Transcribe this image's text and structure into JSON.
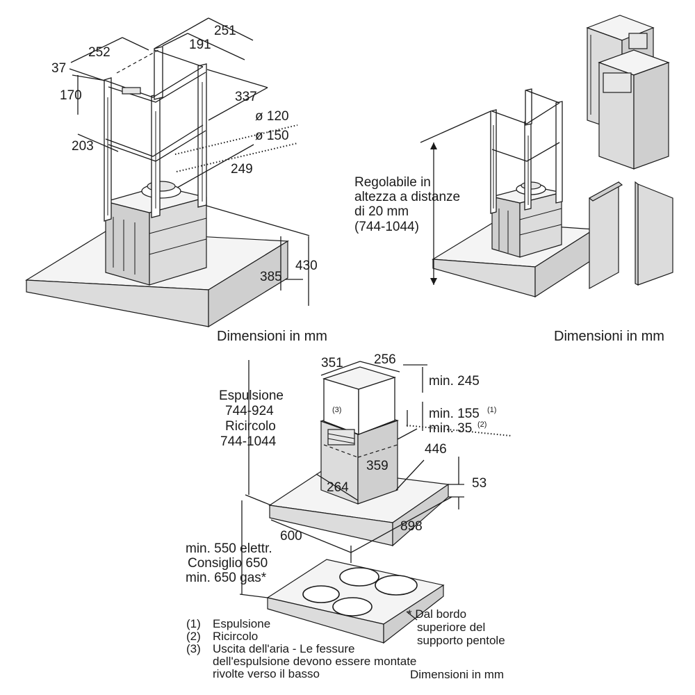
{
  "figure1": {
    "dims": {
      "d251": "251",
      "d191": "191",
      "d252": "252",
      "d37": "37",
      "d170": "170",
      "d337": "337",
      "d120": "ø 120",
      "d150": "ø 150",
      "d203": "203",
      "d249": "249",
      "d385": "385",
      "d430": "430"
    },
    "caption": "Dimensioni in mm"
  },
  "figure2": {
    "label_lines": [
      "Regolabile in",
      "altezza a distanze",
      "di 20 mm",
      "(744-1044)"
    ],
    "caption": "Dimensioni in mm"
  },
  "figure3": {
    "dims": {
      "d351": "351",
      "d256": "256",
      "d245": "min. 245",
      "d155": "min. 155",
      "d155_ref": "(1)",
      "d35": "min. 35",
      "d35_ref": "(2)",
      "d446": "446",
      "d359": "359",
      "d264": "264",
      "d53": "53",
      "d898": "898",
      "d600": "600",
      "ref3": "(3)"
    },
    "height_label": [
      "Espulsione",
      "744-924",
      "Ricircolo",
      "744-1044"
    ],
    "clearance_label": [
      "min. 550 elettr.",
      "Consiglio 650",
      "min. 650 gas*"
    ],
    "legend": [
      {
        "num": "(1)",
        "text": "Espulsione"
      },
      {
        "num": "(2)",
        "text": "Ricircolo"
      },
      {
        "num": "(3)",
        "text": "Uscita dell'aria - Le fessure"
      }
    ],
    "legend_cont": [
      "dell'espulsione devono essere montate",
      "rivolte verso il basso"
    ],
    "footnote": [
      "* Dal bordo",
      "superiore del",
      "supporto pentole"
    ],
    "caption": "Dimensioni in mm"
  }
}
